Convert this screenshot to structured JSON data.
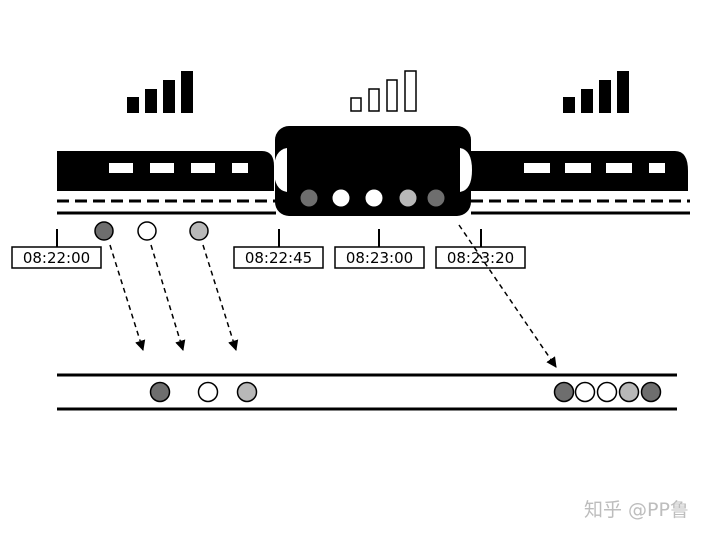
{
  "timestamps": [
    {
      "id": "t1",
      "text": "08:22:00"
    },
    {
      "id": "t2",
      "text": "08:22:45"
    },
    {
      "id": "t3",
      "text": "08:23:00"
    },
    {
      "id": "t4",
      "text": "08:23:20"
    }
  ],
  "signal_bars": [
    {
      "id": "left",
      "state": "strong"
    },
    {
      "id": "middle",
      "state": "none"
    },
    {
      "id": "right",
      "state": "strong"
    }
  ],
  "dot_colors": {
    "dark": "#6e6e6e",
    "light": "#b8b8b8",
    "white": "#ffffff"
  },
  "watermark": "知乎 @PP鲁"
}
